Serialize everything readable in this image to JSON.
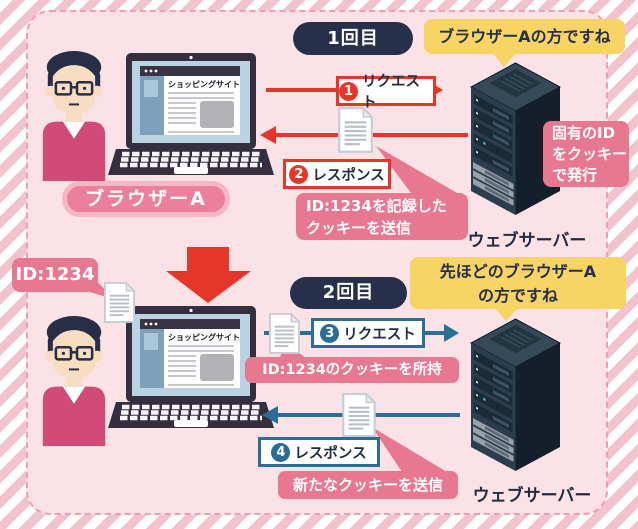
{
  "first_exchange": {
    "round_badge": "1回目",
    "server_greeting": "ブラウザーAの方ですね",
    "request_num": "1",
    "request_label": "リクエスト",
    "response_num": "2",
    "response_label": "レスポンス",
    "browser_label": "ブラウザーA",
    "site_title": "ショッピングサイト",
    "cookie_sent_line1": "ID:1234を記録した",
    "cookie_sent_line2": "クッキーを送信",
    "issue_line1": "固有のID",
    "issue_line2": "をクッキー",
    "issue_line3": "で発行",
    "server_label": "ウェブサーバー"
  },
  "middle": {
    "cookie_id": "ID:1234"
  },
  "second_exchange": {
    "round_badge": "2回目",
    "server_greeting_line1": "先ほどのブラウザーA",
    "server_greeting_line2": "の方ですね",
    "request_num": "3",
    "request_label": "リクエスト",
    "response_num": "4",
    "response_label": "レスポンス",
    "site_title": "ショッピングサイト",
    "cookie_held": "ID:1234のクッキーを所持",
    "new_cookie": "新たなクッキーを送信",
    "server_label": "ウェブサーバー"
  },
  "colors": {
    "red": "#e63529",
    "blue": "#2a6d96",
    "pink_bubble": "#e8788f",
    "yellow_bubble": "#f8d464",
    "navy": "#27304a"
  }
}
